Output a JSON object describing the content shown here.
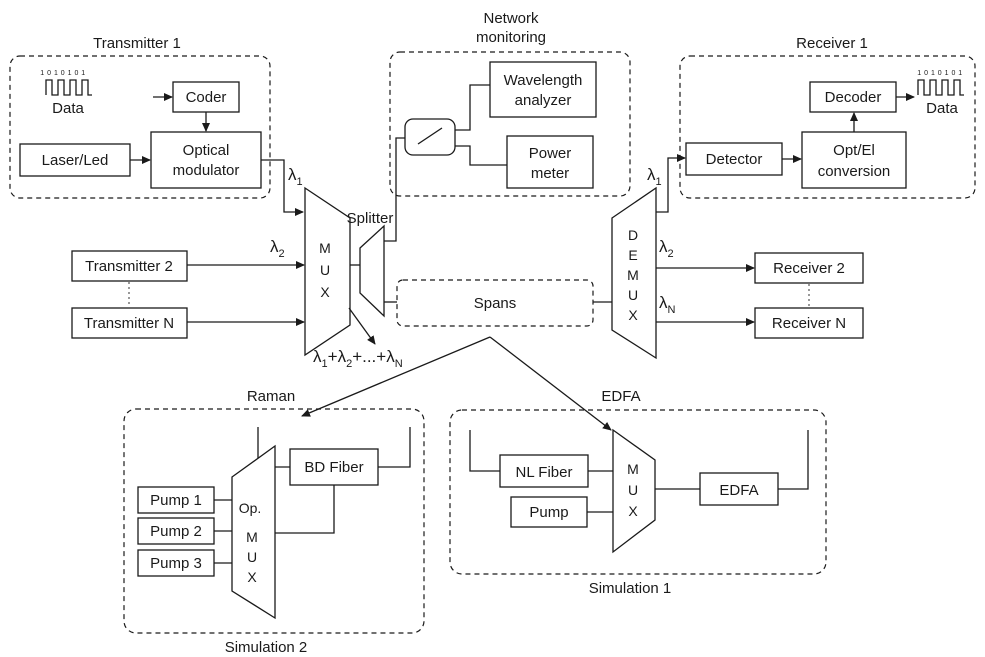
{
  "groups": {
    "transmitter1": "Transmitter 1",
    "network_monitoring_line1": "Network",
    "network_monitoring_line2": "monitoring",
    "receiver1": "Receiver 1",
    "raman": "Raman",
    "edfa_group": "EDFA",
    "simulation1": "Simulation 1",
    "simulation2": "Simulation 2"
  },
  "transmitter1": {
    "bits": "1 0 1 0 1 0 1",
    "data": "Data",
    "coder": "Coder",
    "laser": "Laser/Led",
    "modulator_line1": "Optical",
    "modulator_line2": "modulator"
  },
  "monitoring": {
    "wavelength_line1": "Wavelength",
    "wavelength_line2": "analyzer",
    "power_line1": "Power",
    "power_line2": "meter"
  },
  "receiver1": {
    "bits": "1 0 1 0 1 0 1",
    "data": "Data",
    "decoder": "Decoder",
    "detector": "Detector",
    "conversion_line1": "Opt/El",
    "conversion_line2": "conversion"
  },
  "link": {
    "transmitter2": "Transmitter 2",
    "transmitterN": "Transmitter N",
    "receiver2": "Receiver 2",
    "receiverN": "Receiver N",
    "mux": [
      "M",
      "U",
      "X"
    ],
    "demux": [
      "D",
      "E",
      "M",
      "U",
      "X"
    ],
    "splitter": "Splitter",
    "spans": "Spans"
  },
  "wavelengths": {
    "lambda": "λ",
    "s1": "1",
    "s2": "2",
    "sN": "N",
    "plus": "+",
    "ellipsis": "+...+"
  },
  "raman": {
    "bd_fiber": "BD Fiber",
    "op": "Op.",
    "mux": [
      "M",
      "U",
      "X"
    ],
    "pump1": "Pump 1",
    "pump2": "Pump 2",
    "pump3": "Pump 3"
  },
  "edfa": {
    "nl_fiber": "NL Fiber",
    "pump": "Pump",
    "mux": [
      "M",
      "U",
      "X"
    ],
    "edfa": "EDFA"
  }
}
